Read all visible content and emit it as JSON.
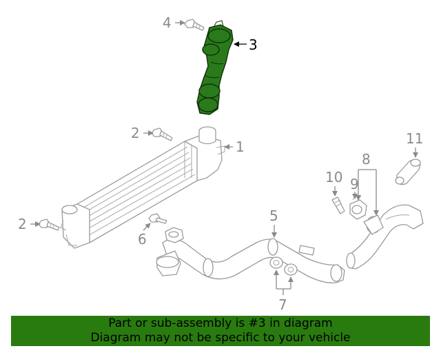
{
  "diagram": {
    "callouts": {
      "c1": "1",
      "c2a": "2",
      "c2b": "2",
      "c3": "3",
      "c4": "4",
      "c5": "5",
      "c6": "6",
      "c7": "7",
      "c8": "8",
      "c9": "9",
      "c10": "10",
      "c11": "11"
    },
    "highlighted_part": "3",
    "colors": {
      "highlight": "#2a7a1c",
      "banner": "#2a7b0f",
      "line_art": "#9a9a9a"
    }
  },
  "banner": {
    "line1": "Part or sub-assembly is #3 in diagram",
    "line2": "Diagram may not be specific to your vehicle"
  }
}
